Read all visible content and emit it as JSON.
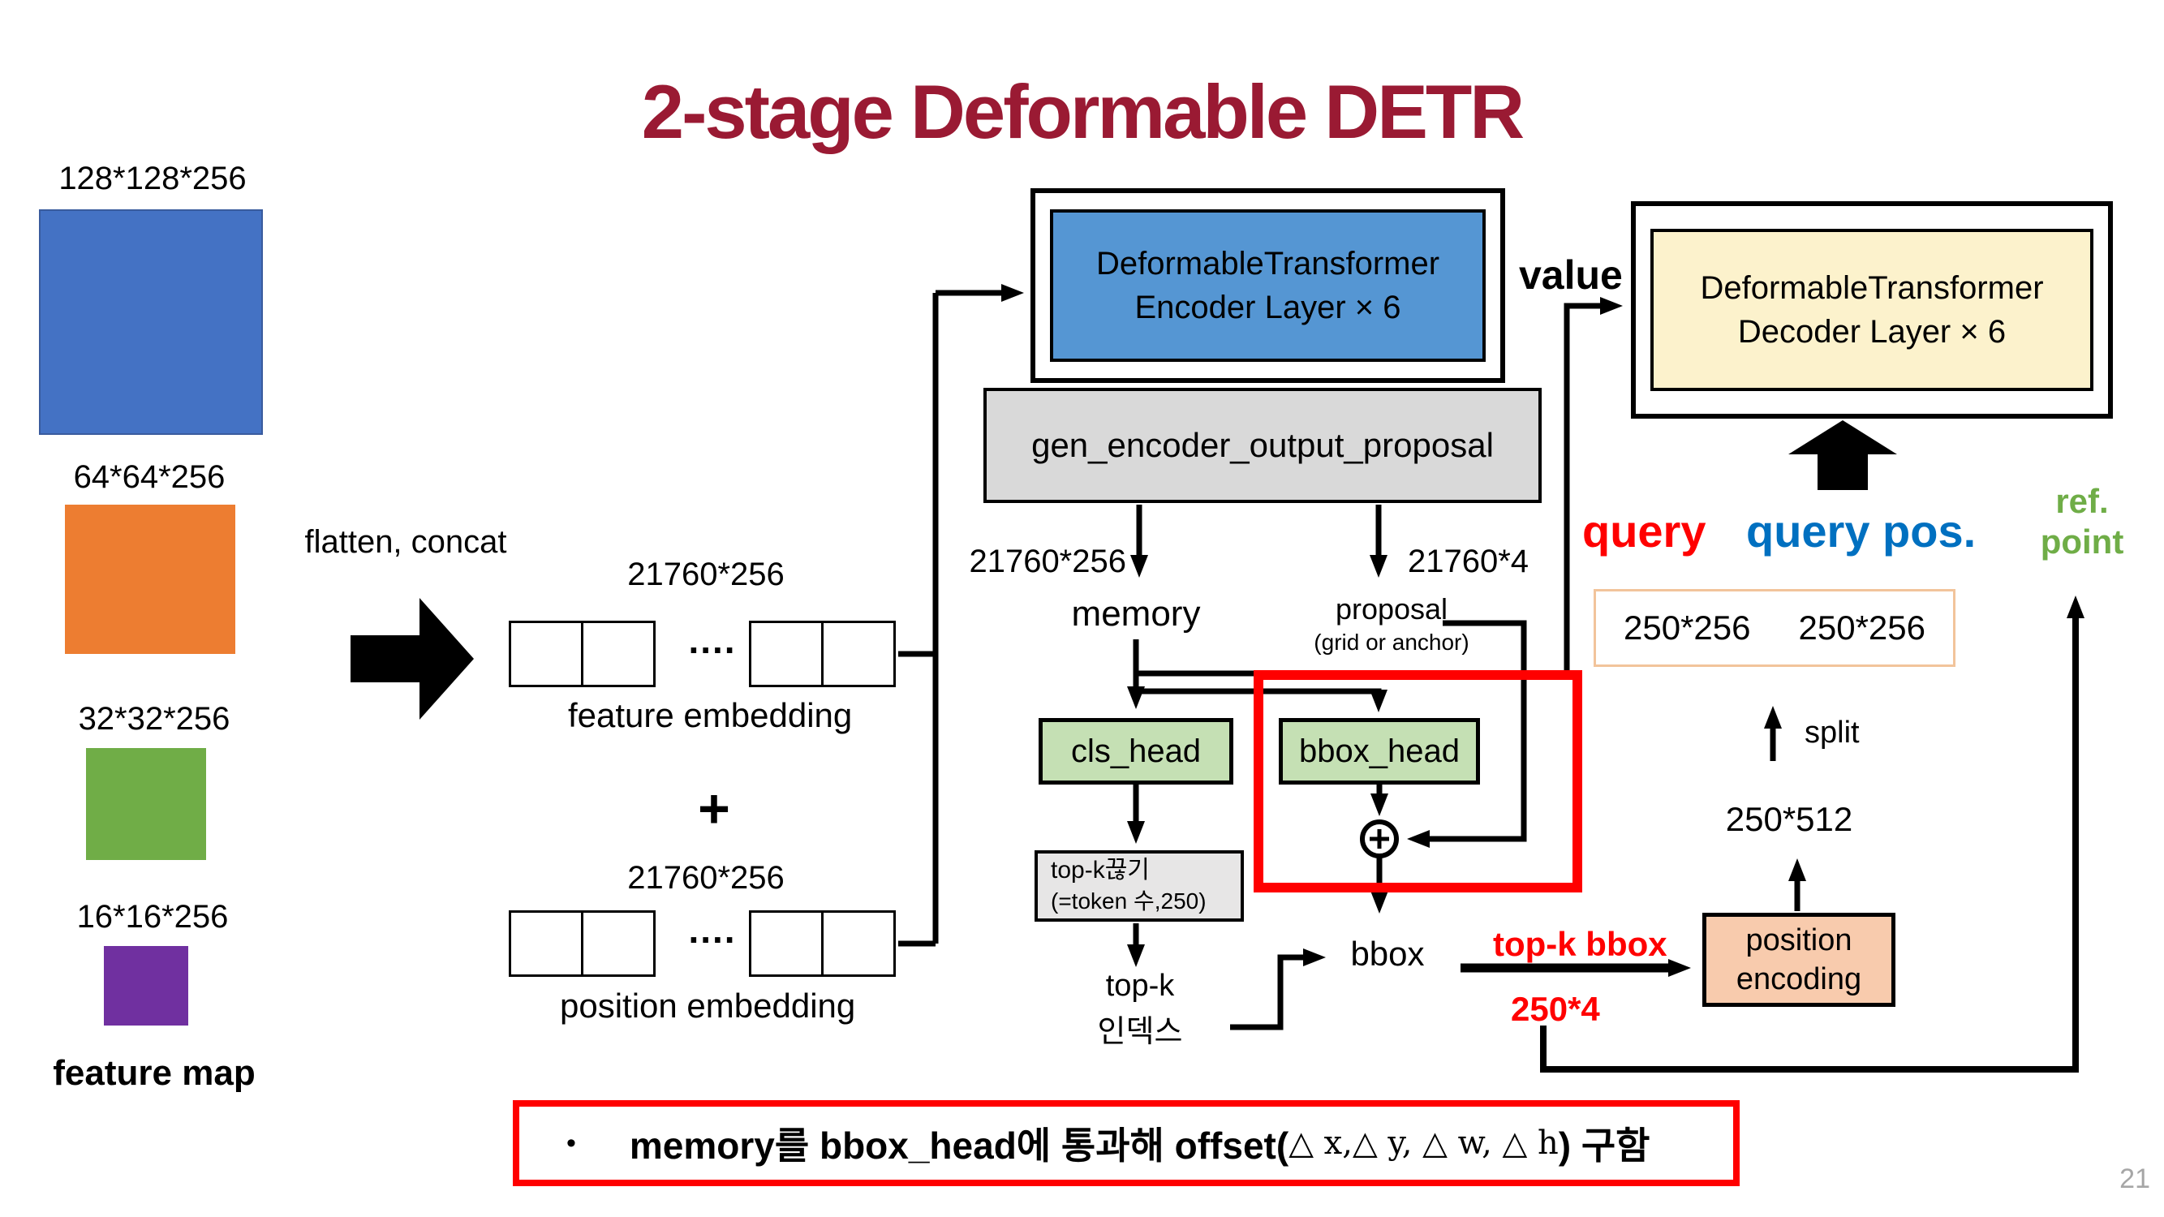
{
  "title": "2-stage Deformable DETR",
  "page_number": "21",
  "colors": {
    "title_maroon": "#9A1A33",
    "accent_red": "#FF0000",
    "query_blue": "#0070C0",
    "ref_green": "#6FAD47",
    "fm_blue": "#4472C4",
    "fm_orange": "#ED7D31",
    "fm_green": "#70AD47",
    "fm_purple": "#7030A0",
    "encoder_blue": "#5596D3",
    "decoder_yellow": "#FCF2CC",
    "head_green": "#C5E0B4",
    "gen_gray": "#D9D9D9",
    "topk_gray": "#E7E6E6",
    "posenc_peach": "#F8CBAD",
    "splitbox_border": "#F2C49B",
    "page_gray": "#A6A6A6"
  },
  "feature_maps": {
    "caption": "feature map",
    "items": [
      {
        "label": "128*128*256",
        "color_key": "fm_blue"
      },
      {
        "label": "64*64*256",
        "color_key": "fm_orange"
      },
      {
        "label": "32*32*256",
        "color_key": "fm_green"
      },
      {
        "label": "16*16*256",
        "color_key": "fm_purple"
      }
    ]
  },
  "flatten_label": "flatten, concat",
  "embeddings": {
    "feature": {
      "dim": "21760*256",
      "dots": "....",
      "label": "feature embedding"
    },
    "plus": "+",
    "position": {
      "dim": "21760*256",
      "dots": "....",
      "label": "position embedding"
    }
  },
  "encoder": {
    "line1": "DeformableTransformer",
    "line2": "Encoder Layer × 6"
  },
  "value_label": "value",
  "gen_proposal_label": "gen_encoder_output_proposal",
  "memory_branch": {
    "dim": "21760*256",
    "label": "memory"
  },
  "proposal_branch": {
    "dim": "21760*4",
    "label": "proposal",
    "sublabel": "(grid or anchor)"
  },
  "cls_head_label": "cls_head",
  "bbox_head_label": "bbox_head",
  "plus_circle": "+",
  "topk_cut": {
    "line1": "top-k끊기",
    "line2": "(=token 수,250)"
  },
  "topk_index": {
    "line1": "top-k",
    "line2": "인덱스"
  },
  "bbox_label": "bbox",
  "topk_bbox_label": "top-k bbox",
  "dim_250_4": "250*4",
  "position_encoding": {
    "line1": "position",
    "line2": "encoding"
  },
  "dim_250_512": "250*512",
  "split_label": "split",
  "split_box": {
    "left": "250*256",
    "right": "250*256"
  },
  "query_label": "query",
  "query_pos_label": "query pos.",
  "ref_point": {
    "line1": "ref.",
    "line2": "point"
  },
  "decoder": {
    "line1": "DeformableTransformer",
    "line2": "Decoder Layer × 6"
  },
  "note": {
    "bullet": "•",
    "part1": "memory를 bbox_head에 통과해 offset(",
    "math": "△ x,△ y, △ w, △ h",
    "part2": ") 구함"
  }
}
